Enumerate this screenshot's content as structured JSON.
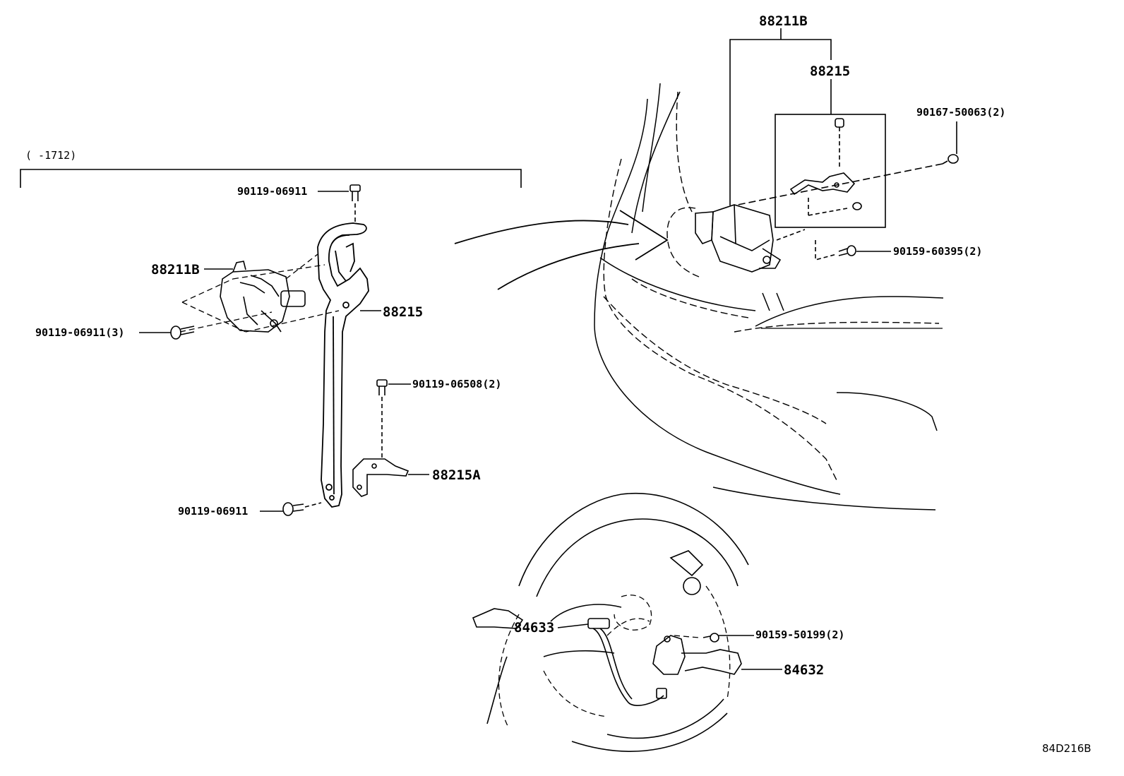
{
  "left_group": {
    "range_label": "(      -1712)",
    "parts": {
      "bolt_top": "90119-06911",
      "sensor": "88211B",
      "bolt_sensor": "90119-06911(3)",
      "bracket": "88215",
      "bolt_small": "90119-06508(2)",
      "bracket_a": "88215A",
      "bolt_bottom": "90119-06911"
    }
  },
  "right_group": {
    "assembly": "88211B",
    "bracket": "88215",
    "screw": "90167-50063(2)",
    "bolt": "90159-60395(2)"
  },
  "steering_group": {
    "wire": "84633",
    "bolt": "90159-50199(2)",
    "switch": "84632"
  },
  "diagram_code": "84D216B"
}
